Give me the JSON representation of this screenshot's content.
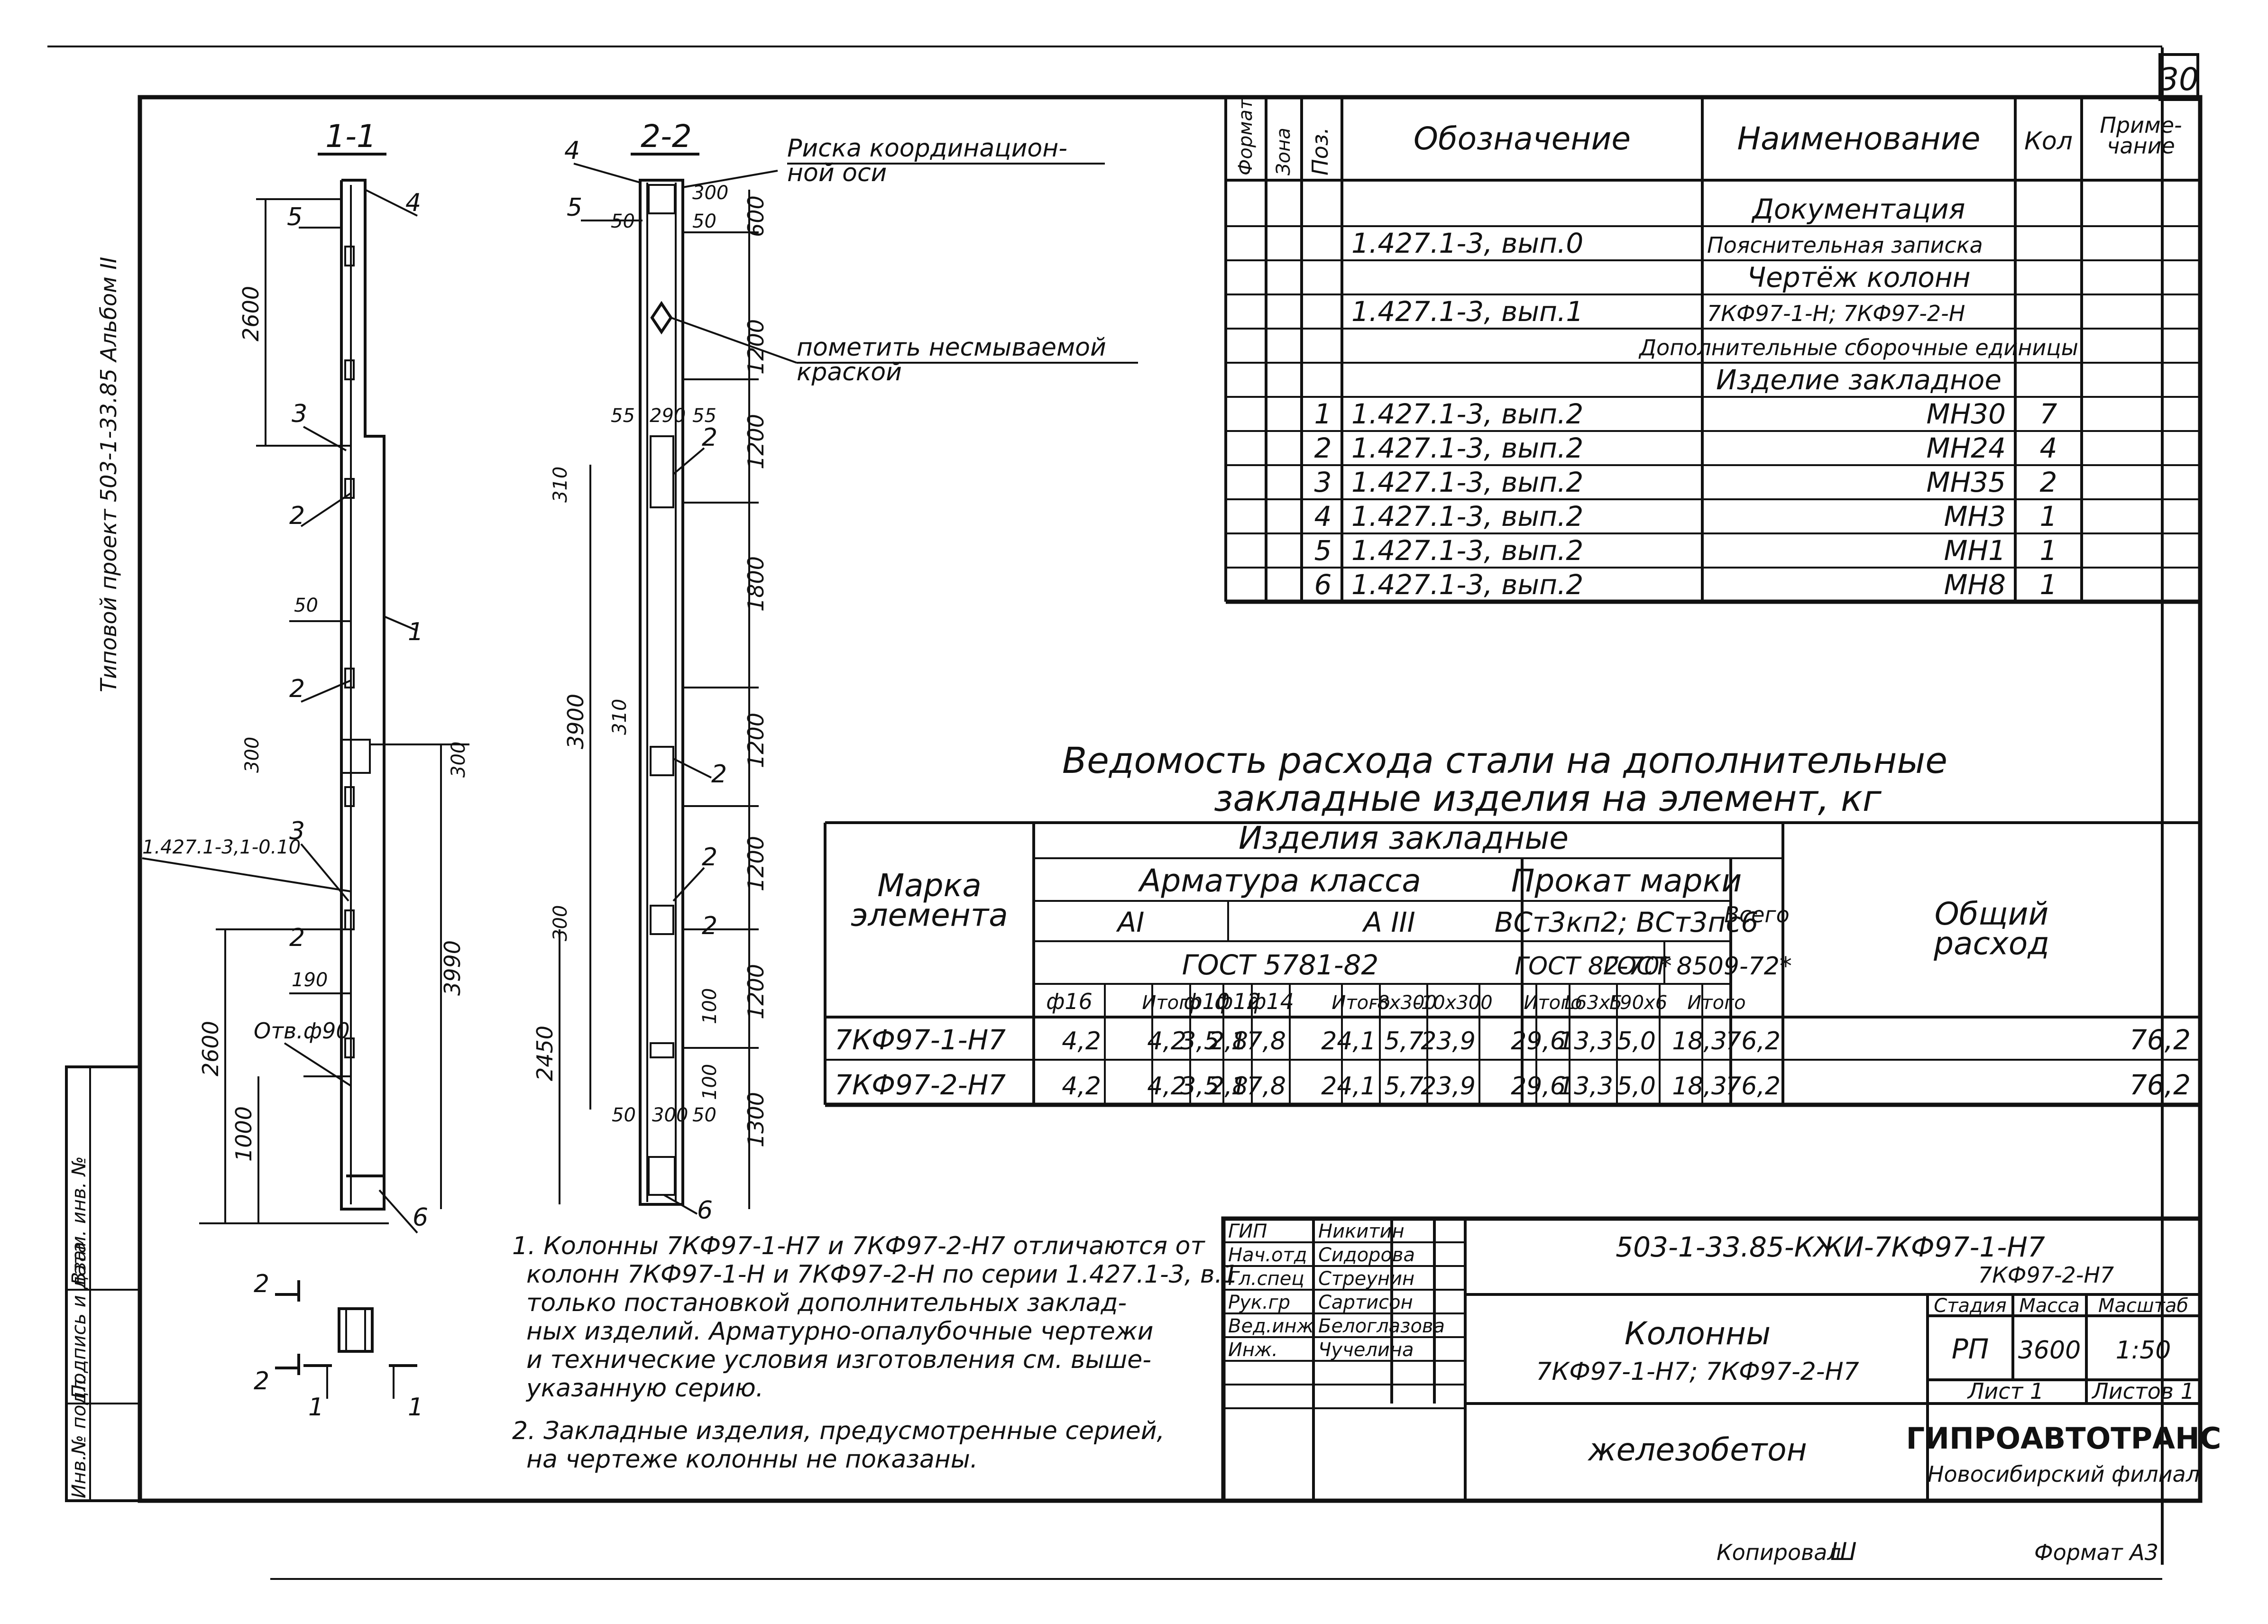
{
  "sheet": {
    "page_number": "30",
    "format": "Формат А3",
    "copied": "Копировал",
    "copied_sig": "Ш",
    "side_top": "Типовой проект 503-1-33.85 Альбом II",
    "side_bottom": [
      "Инв.№ подл.",
      "Подпись и дата",
      "Взам. инв. №"
    ]
  },
  "sections": {
    "s1": {
      "title": "1-1",
      "dims": [
        "2600",
        "3990",
        "2600",
        "1000",
        "50",
        "300",
        "300",
        "190"
      ],
      "labels": [
        "5",
        "4",
        "3",
        "2",
        "2",
        "3",
        "2",
        "1",
        "6"
      ],
      "note": "1.427.1-3,1-0.10",
      "hole": "Отв.ф90"
    },
    "s2": {
      "title": "2-2",
      "dims": [
        "300",
        "600",
        "1200",
        "1200",
        "1800",
        "1200",
        "1200",
        "1200",
        "1300",
        "3900",
        "2450",
        "310",
        "300",
        "310",
        "50",
        "50",
        "55",
        "290",
        "55",
        "50",
        "300",
        "50",
        "100",
        "100"
      ],
      "labels": [
        "4",
        "5",
        "2",
        "2",
        "2",
        "2",
        "6"
      ],
      "callout_axis": "Риска координацион-\nной оси",
      "callout_mark": "пометить несмываемой\nкраской"
    }
  },
  "spec": {
    "headers": [
      "Формат",
      "Зона",
      "Поз.",
      "Обозначение",
      "Наименование",
      "Кол",
      "Приме-\nчание"
    ],
    "rows": [
      {
        "pos": "",
        "des": "",
        "name": "Документация",
        "qty": ""
      },
      {
        "pos": "",
        "des": "1.427.1-3,  вып.0",
        "name": "Пояснительная записка",
        "qty": ""
      },
      {
        "pos": "",
        "des": "",
        "name": "Чертёж колонн",
        "qty": ""
      },
      {
        "pos": "",
        "des": "1.427.1-3,  вып.1",
        "name": "7КФ97-1-Н; 7КФ97-2-Н",
        "qty": ""
      },
      {
        "pos": "",
        "des": "",
        "name": "Дополнительные сборочные единицы",
        "qty": ""
      },
      {
        "pos": "",
        "des": "",
        "name": "Изделие закладное",
        "qty": ""
      },
      {
        "pos": "1",
        "des": "1.427.1-3, вып.2",
        "name": "МН30",
        "qty": "7"
      },
      {
        "pos": "2",
        "des": "1.427.1-3, вып.2",
        "name": "МН24",
        "qty": "4"
      },
      {
        "pos": "3",
        "des": "1.427.1-3, вып.2",
        "name": "МН35",
        "qty": "2"
      },
      {
        "pos": "4",
        "des": "1.427.1-3,  вып.2",
        "name": "МН3",
        "qty": "1"
      },
      {
        "pos": "5",
        "des": "1.427.1-3,  вып.2",
        "name": "МН1",
        "qty": "1"
      },
      {
        "pos": "6",
        "des": "1.427.1-3,  вып.2",
        "name": "МН8",
        "qty": "1"
      }
    ]
  },
  "steel": {
    "title_l1": "Ведомость расхода стали на дополнительные",
    "title_l2": "закладные изделия на элемент, кг",
    "h_mark": "Марка\nэлемента",
    "h_items": "Изделия закладные",
    "h_rebar": "Арматура класса",
    "h_rolled": "Прокат марки",
    "h_ai": "АI",
    "h_aiii": "А III",
    "h_st": "ВСт3кп2; ВСт3пс6",
    "h_gost1": "ГОСТ 5781-82",
    "h_gost2": "ГОСТ 82-70*",
    "h_gost3": "ГОСТ 8509-72*",
    "h_total": "Всего",
    "h_general": "Общий\nрасход",
    "cols": [
      "ф16",
      "",
      "Итого",
      "ф10",
      "ф12",
      "ф14",
      "",
      "Итого",
      "-8х300",
      "-10х300",
      "",
      "Итого",
      "L63х5",
      "L90х6",
      "",
      "Итого"
    ],
    "rows": [
      {
        "mark": "7КФ97-1-Н7",
        "vals": [
          "4,2",
          "",
          "4,2",
          "3,5",
          "2,8",
          "17,8",
          "",
          "24,1",
          "5,7",
          "23,9",
          "",
          "29,6",
          "13,3",
          "5,0",
          "",
          "18,3"
        ],
        "total": "76,2",
        "general": "76,2"
      },
      {
        "mark": "7КФ97-2-Н7",
        "vals": [
          "4,2",
          "",
          "4,2",
          "3,5",
          "2,8",
          "17,8",
          "",
          "24,1",
          "5,7",
          "23,9",
          "",
          "29,6",
          "13,3",
          "5,0",
          "",
          "18,3"
        ],
        "total": "76,2",
        "general": "76,2"
      }
    ]
  },
  "notes": [
    "1. Колонны 7КФ97-1-Н7 и 7КФ97-2-Н7 отличаются от",
    "колонн 7КФ97-1-Н и 7КФ97-2-Н по серии 1.427.1-3, в.1",
    "только постановкой дополнительных заклад-",
    "ных изделий. Арматурно-опалубочные чертежи",
    "и технические условия изготовления см. выше-",
    "указанную серию.",
    "2. Закладные изделия, предусмотренные серией,",
    "на чертеже колонны не показаны."
  ],
  "small_section": {
    "label_a": "2",
    "label_b": "2",
    "label_c": "1",
    "label_d": "1"
  },
  "stamp": {
    "code": "503-1-33.85-КЖИ-7КФ97-1-Н7",
    "code2": "7КФ97-2-Н7",
    "people": [
      {
        "role": "ГИП",
        "name": "Никитин"
      },
      {
        "role": "Нач.отд",
        "name": "Сидорова"
      },
      {
        "role": "Гл.спец",
        "name": "Стреунин"
      },
      {
        "role": "Рук.гр",
        "name": "Сартисон"
      },
      {
        "role": "Вед.инж",
        "name": "Белоглазова"
      },
      {
        "role": "Инж.",
        "name": "Чучелина"
      }
    ],
    "title_l1": "Колонны",
    "title_l2": "7КФ97-1-Н7; 7КФ97-2-Н7",
    "h_stage": "Стадия",
    "h_mass": "Масса",
    "h_scale": "Масштаб",
    "stage": "РП",
    "mass": "3600",
    "scale": "1:50",
    "sheet": "Лист 1",
    "sheets": "Листов 1",
    "material": "железобетон",
    "org": "ГИПРОАВТОТРАНС",
    "branch": "Новосибирский филиал"
  }
}
